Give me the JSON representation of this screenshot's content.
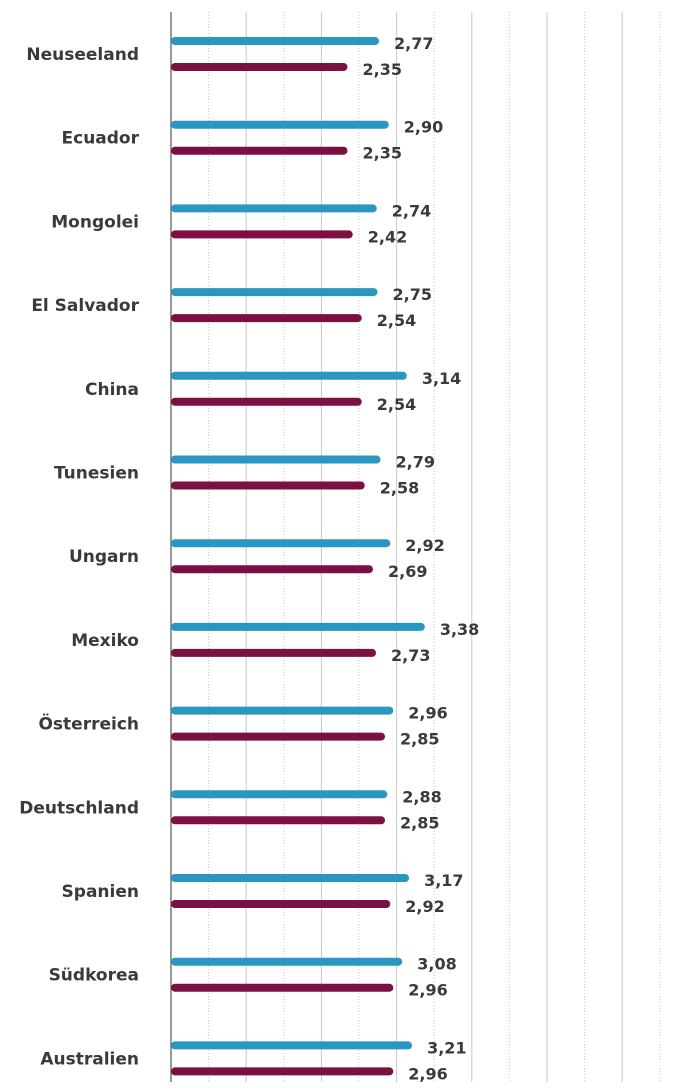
{
  "chart_data": {
    "type": "bar",
    "orientation": "horizontal",
    "title": "",
    "xlabel": "",
    "ylabel": "",
    "categories": [
      "Neuseeland",
      "Ecuador",
      "Mongolei",
      "El Salvador",
      "China",
      "Tunesien",
      "Ungarn",
      "Mexiko",
      "Österreich",
      "Deutschland",
      "Spanien",
      "Südkorea",
      "Australien"
    ],
    "series": [
      {
        "color": "#2a97c1",
        "values": [
          2.77,
          2.9,
          2.74,
          2.75,
          3.14,
          2.79,
          2.92,
          3.38,
          2.96,
          2.88,
          3.17,
          3.08,
          3.21
        ],
        "labels": [
          "2,77",
          "2,90",
          "2,74",
          "2,75",
          "3,14",
          "2,79",
          "2,92",
          "3,38",
          "2,96",
          "2,88",
          "3,17",
          "3,08",
          "3,21"
        ]
      },
      {
        "color": "#7b1042",
        "values": [
          2.35,
          2.35,
          2.42,
          2.54,
          2.54,
          2.58,
          2.69,
          2.73,
          2.85,
          2.85,
          2.92,
          2.96,
          2.96
        ],
        "labels": [
          "2,35",
          "2,35",
          "2,42",
          "2,54",
          "2,54",
          "2,58",
          "2,69",
          "2,73",
          "2,85",
          "2,85",
          "2,92",
          "2,96",
          "2,96"
        ]
      }
    ],
    "xlim": [
      0,
      6.7
    ],
    "grid": true,
    "legend": "none"
  }
}
